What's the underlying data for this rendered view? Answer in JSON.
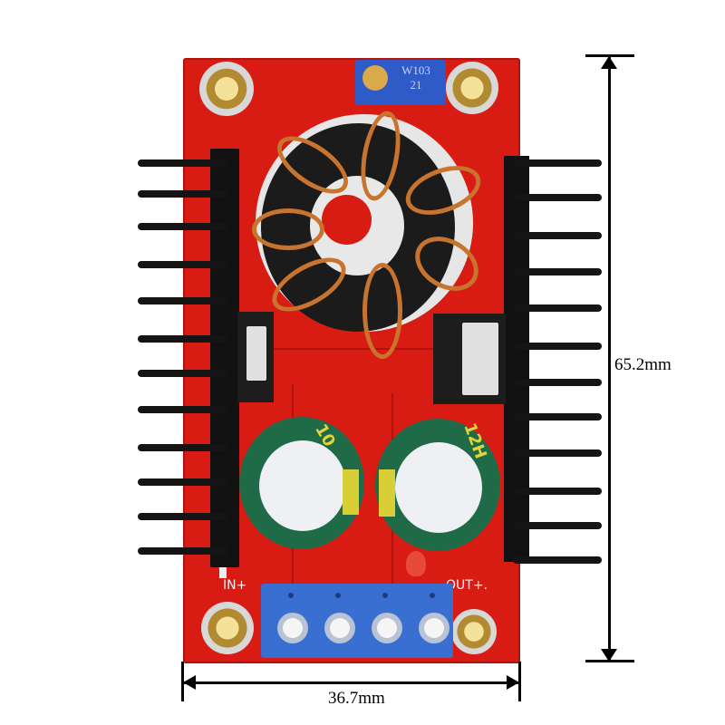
{
  "image": {
    "subject": "DC-DC boost converter module (red PCB) with toroidal inductor, two heatsinks, two electrolytic capacitors, blue potentiometer and 4-pin blue screw terminal",
    "background_color": "#ffffff"
  },
  "dimensions": {
    "height_label": "65.2mm",
    "width_label": "36.7mm"
  },
  "components": {
    "potentiometer": {
      "marking_line1": "W103",
      "marking_line2": "21"
    },
    "terminal_labels": {
      "left": "IN+",
      "right": "OUT+."
    },
    "capacitor_left": {
      "marking": "10"
    },
    "capacitor_right": {
      "marking": "12H"
    },
    "terminal_screws": 4
  },
  "colors": {
    "pcb": "#d81c14",
    "heatsink": "#111111",
    "inductor_wire": "#c8742e",
    "terminal_block": "#3a6fd2",
    "capacitor": "#1f6b48"
  }
}
